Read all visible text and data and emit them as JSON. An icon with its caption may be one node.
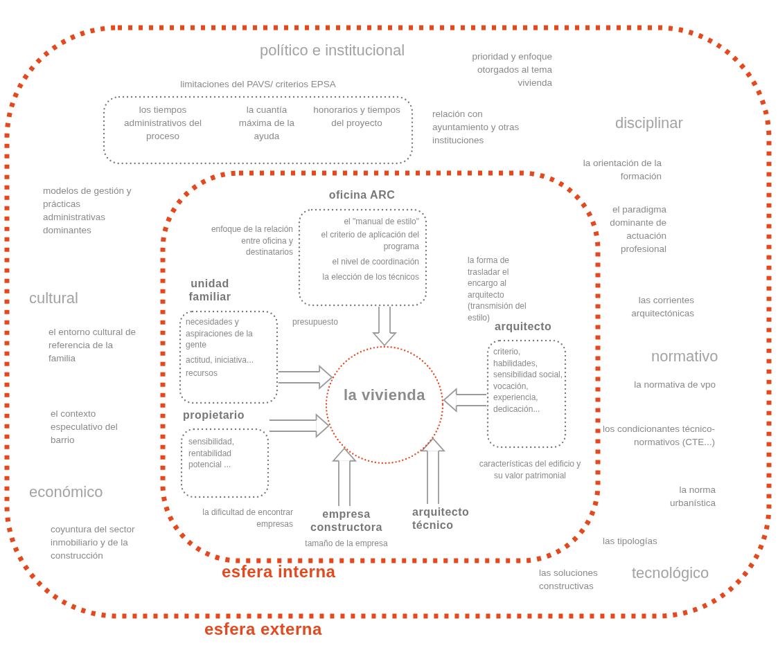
{
  "diagram": {
    "nodes": [
      {
        "text": [
          "esfera externa"
        ]
      },
      {
        "text": [
          "esfera interna"
        ],
        "in": 0
      },
      {
        "text": [
          "limitaciones del PAVS/ criterios EPSA",
          "los tiempos administrativos del proceso",
          "la cuantía máxima de la ayuda",
          "honorarios y tiempos del proyecto"
        ],
        "in": 0
      },
      {
        "text": [
          "oficina ARC",
          "el \"manual de estilo\"",
          "el criterio de aplicación del programa",
          "el nivel de coordinación",
          "la elección de los técnicos"
        ],
        "in": 1
      },
      {
        "text": [
          "unidad familiar",
          "necesidades y aspiraciones de la gente",
          "actitud, iniciativa...",
          "recursos"
        ],
        "in": 1
      },
      {
        "text": [
          "propietario",
          "sensibilidad, rentabilidad potencial ..."
        ],
        "in": 1
      },
      {
        "text": [
          "la vivienda"
        ],
        "in": 1
      },
      {
        "text": [
          "arquitecto",
          "criterio, habilidades, sensibilidad social, vocación, experiencia, dedicación..."
        ],
        "in": 1
      },
      {
        "text": [
          "empresa constructora"
        ],
        "beside": [
          "tamaño de la empresa"
        ],
        "in": 1
      },
      {
        "text": [
          "arquitecto técnico"
        ],
        "in": 1
      }
    ],
    "edges": [
      {
        "from": 3,
        "to": 6,
        "arrow": "to"
      },
      {
        "from": 4,
        "to": 6,
        "arrow": "to"
      },
      {
        "from": 5,
        "to": 6,
        "arrow": "to"
      },
      {
        "from": 7,
        "to": 6,
        "arrow": "to"
      },
      {
        "from": 8,
        "to": 6,
        "arrow": "to"
      },
      {
        "from": 9,
        "to": 6,
        "arrow": "to"
      }
    ],
    "labels": [
      "político e institucional",
      "prioridad y enfoque otorgados al tema vivienda",
      "relación con ayuntamiento y otras instituciones",
      "disciplinar",
      "la orientación de la formación",
      "el paradigma dominante de actuación profesional",
      "modelos de gestión y prácticas administrativas dominantes",
      "enfoque de la relación entre oficina y destinatarios",
      "la forma de trasladar el encargo al arquitecto (transmisión del estilo)",
      "cultural",
      "las corrientes arquitectónicas",
      "el entorno cultural de referencia de la familia",
      "presupuesto",
      "normativo",
      "la normativa de vpo",
      "el contexto especulativo del barrio",
      "los condicionantes técnico-normativos (CTE...)",
      "características del edificio y su valor patrimonial",
      "económico",
      "la norma urbanística",
      "la dificultad de encontrar empresas",
      "coyuntura del sector inmobiliario y de la construcción",
      "las tipologías",
      "las soluciones constructivas",
      "tecnológico"
    ]
  }
}
